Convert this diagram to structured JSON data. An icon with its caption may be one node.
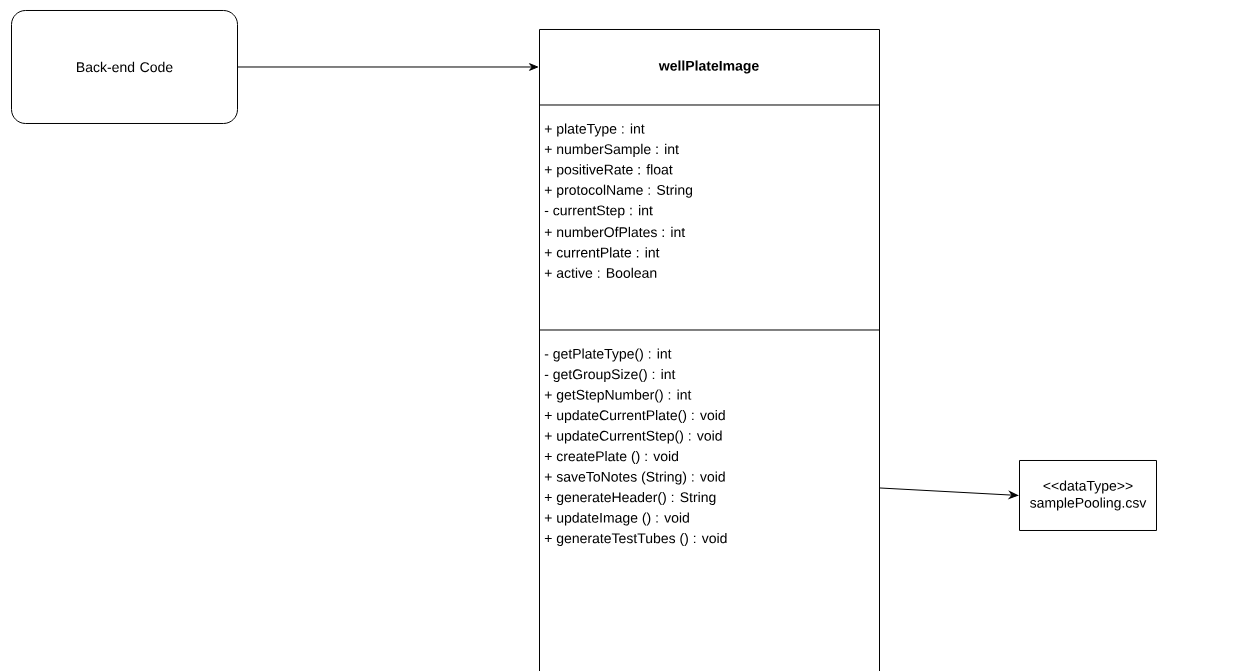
{
  "diagram": {
    "nodes": [
      {
        "text": [
          "Back-end Code"
        ]
      },
      {
        "text": [
          "wellPlateImage",
          "+ plateType : int",
          "+ numberSample : int",
          "+ positiveRate : float",
          "+ protocolName : String",
          "- currentStep : int",
          "+ numberOfPlates : int",
          "+ currentPlate : int",
          "+ active : Boolean",
          "- getPlateType()  : int",
          "- getGroupSize() : int",
          "+ getStepNumber() : int",
          "+ updateCurrentPlate() : void",
          "+ updateCurrentStep() : void",
          "+ createPlate () : void",
          "+ saveToNotes (String) : void",
          "+ generateHeader() : String",
          "+ updateImage () : void",
          "+ generateTestTubes () : void"
        ]
      },
      {
        "text": [
          "<<dataType>>",
          "samplePooling.csv"
        ]
      }
    ],
    "edges": [
      {
        "from": 0,
        "to": 1,
        "arrow": "to"
      },
      {
        "from": 1,
        "to": 2,
        "arrow": "to"
      }
    ]
  }
}
